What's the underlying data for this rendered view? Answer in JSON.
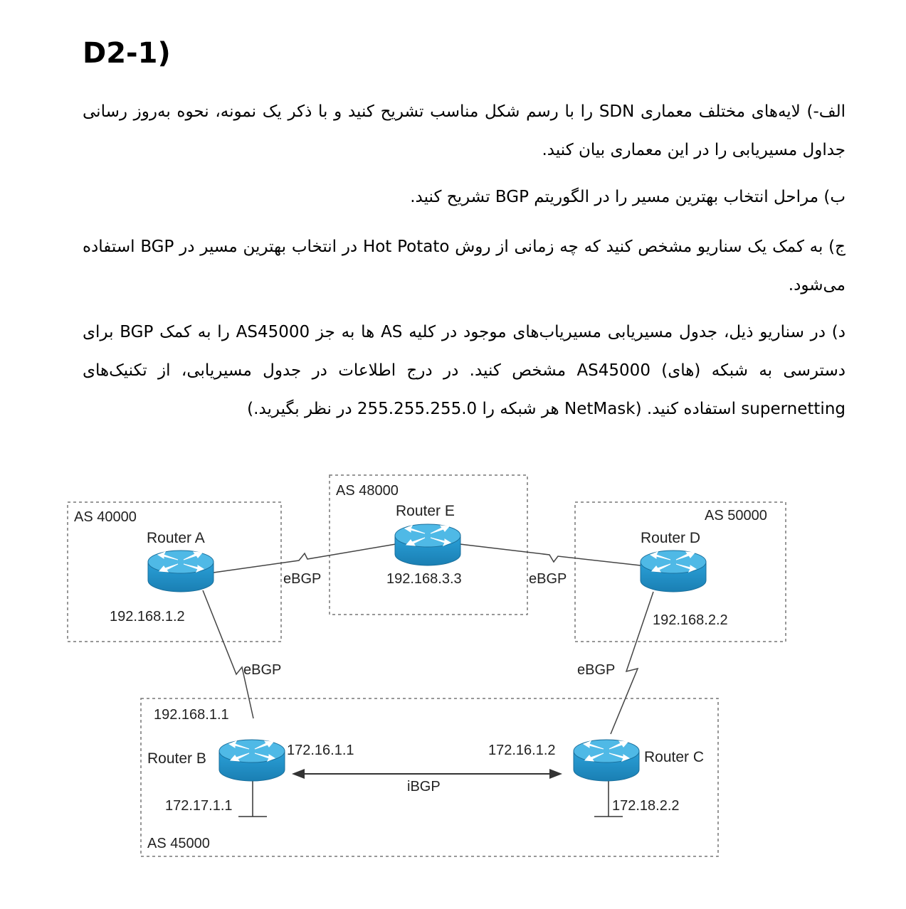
{
  "title": "D2-1)",
  "questions": [
    "الف-) لایه‌های مختلف معماری SDN را با رسم شکل مناسب تشریح کنید و با ذکر یک نمونه، نحوه به‌روز رسانی جداول مسیریابی را در این معماری بیان کنید.",
    "ب) مراحل انتخاب بهترین مسیر را در الگوریتم BGP تشریح کنید.",
    "ج) به کمک یک سناریو مشخص کنید که چه زمانی از روش Hot Potato در انتخاب بهترین مسیر در BGP استفاده می‌شود.",
    "د) در سناریو ذیل، جدول مسیریابی مسیریاب‌های موجود در کلیه AS ها به جز AS45000 را به کمک BGP برای دسترسی به شبکه (های) AS45000 مشخص کنید. در درج اطلاعات در جدول مسیریابی، از تکنیک‌های supernetting استفاده کنید. (NetMask هر شبکه را 255.255.255.0 در نظر بگیرید.)"
  ],
  "diagram": {
    "as_boxes": {
      "as40000": "AS 40000",
      "as48000": "AS 48000",
      "as50000": "AS 50000",
      "as45000": "AS 45000"
    },
    "routers": {
      "a": {
        "name": "Router A",
        "ip": "192.168.1.2"
      },
      "e": {
        "name": "Router E",
        "ip": "192.168.3.3"
      },
      "d": {
        "name": "Router D",
        "ip": "192.168.2.2"
      },
      "b": {
        "name": "Router B",
        "ip_up": "192.168.1.1",
        "ip_right": "172.16.1.1",
        "ip_down": "172.17.1.1"
      },
      "c": {
        "name": "Router C",
        "ip_left": "172.16.1.2",
        "ip_down": "172.18.2.2"
      }
    },
    "links": {
      "ae": "eBGP",
      "ed": "eBGP",
      "ab": "eBGP",
      "dc": "eBGP",
      "bc": "iBGP"
    },
    "colors": {
      "router_body": "#2aa0d8",
      "router_top": "#4fb9e6",
      "router_dark": "#1a7fb3",
      "dash": "#777777"
    }
  }
}
